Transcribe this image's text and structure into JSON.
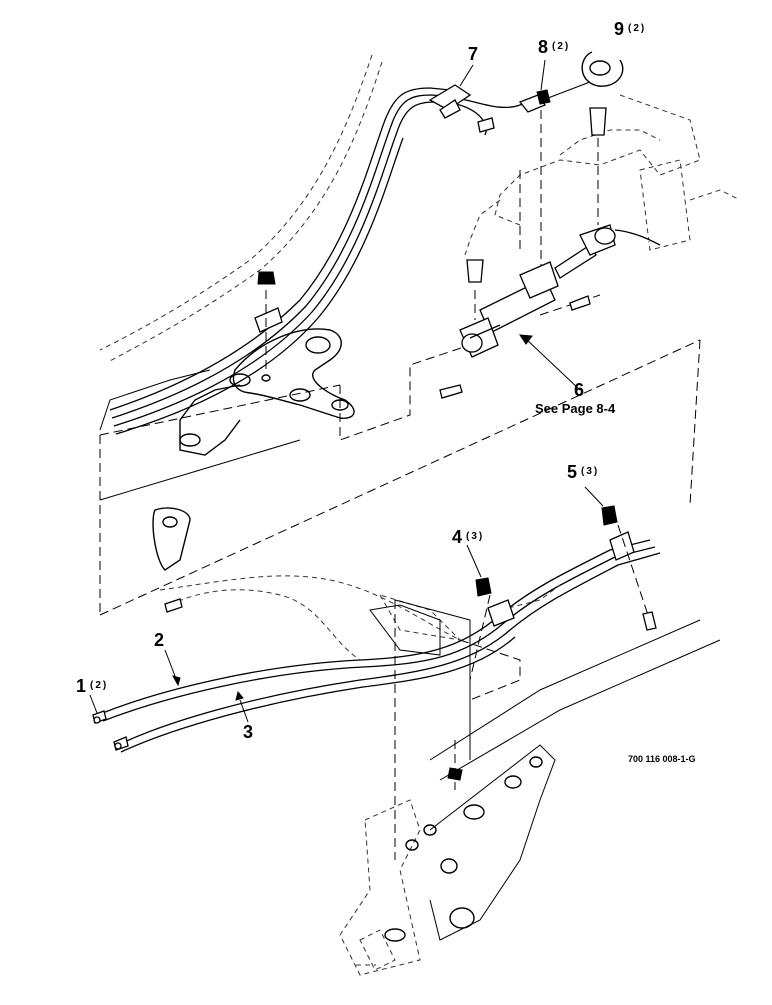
{
  "callouts": [
    {
      "num": "1",
      "qty": "(2)"
    },
    {
      "num": "2",
      "qty": ""
    },
    {
      "num": "3",
      "qty": ""
    },
    {
      "num": "4",
      "qty": "(3)"
    },
    {
      "num": "5",
      "qty": "(3)"
    },
    {
      "num": "6",
      "qty": ""
    },
    {
      "num": "7",
      "qty": ""
    },
    {
      "num": "8",
      "qty": "(2)"
    },
    {
      "num": "9",
      "qty": "(2)"
    }
  ],
  "note": "See Page 8-4",
  "drawing_number": "700 116 008-1-G"
}
